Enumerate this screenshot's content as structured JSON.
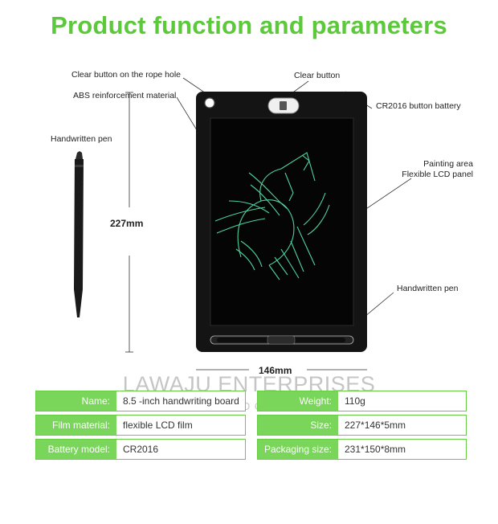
{
  "title": "Product function and parameters",
  "callouts": {
    "clear_button_rope_hole": "Clear button on the rope hole",
    "abs_reinforcement": "ABS reinforcement material",
    "handwritten_pen_left": "Handwritten pen",
    "clear_button": "Clear button",
    "battery": "CR2016 button battery",
    "painting_area_line1": "Painting area",
    "painting_area_line2": "Flexible LCD panel",
    "handwritten_pen_right": "Handwritten pen"
  },
  "dimensions": {
    "height": "227mm",
    "width": "146mm"
  },
  "watermark": {
    "line1": "LAWAJU ENTERPRISES",
    "line2": "POSTED ON JIJI"
  },
  "specs": {
    "left": [
      {
        "label": "Name:",
        "value": "8.5 -inch handwriting board"
      },
      {
        "label": "Film material:",
        "value": "flexible LCD film"
      },
      {
        "label": "Battery model:",
        "value": "CR2016"
      }
    ],
    "right": [
      {
        "label": "Weight:",
        "value": "110g"
      },
      {
        "label": "Size:",
        "value": "227*146*5mm"
      },
      {
        "label": "Packaging size:",
        "value": "231*150*8mm"
      }
    ]
  },
  "colors": {
    "accent_green": "#5cc93b",
    "label_green": "#7ad65a",
    "drawing_green": "#4fd3a0",
    "board_black": "#141414"
  }
}
